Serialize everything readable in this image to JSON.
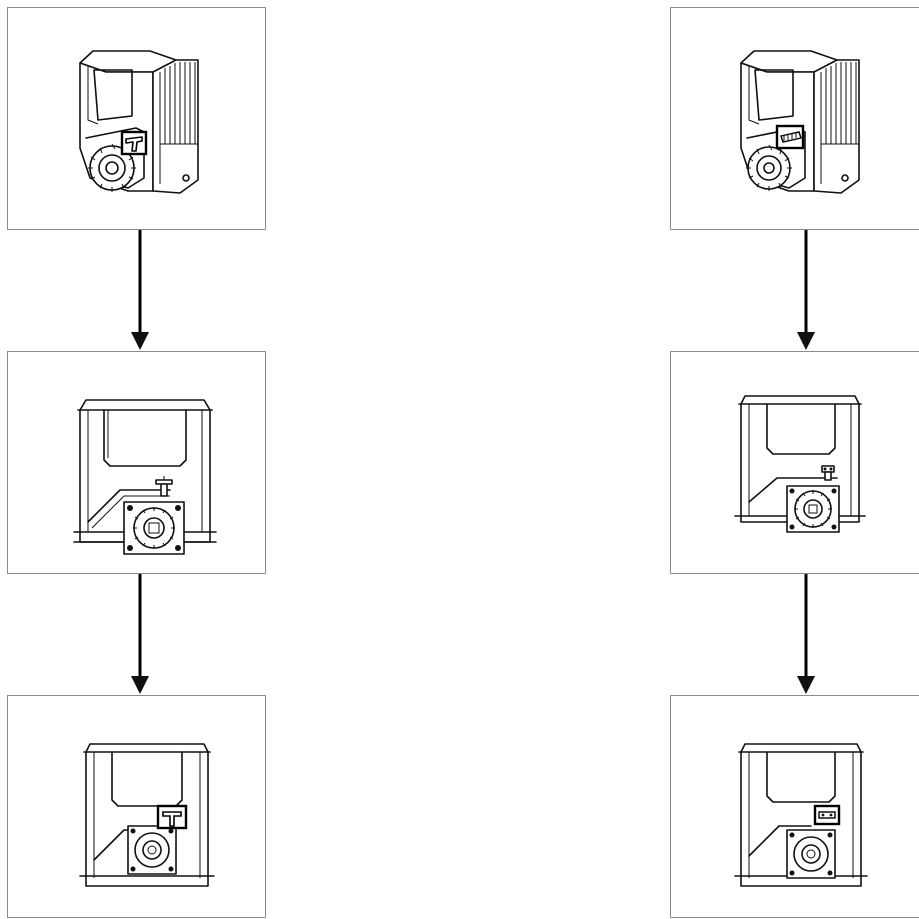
{
  "diagram": {
    "columns": [
      {
        "id": "left",
        "steps": [
          {
            "view": "isometric",
            "lever_icon": "t-handle-icon"
          },
          {
            "view": "front",
            "lever_icon": "t-handle-raised-icon"
          },
          {
            "view": "front",
            "lever_icon": "t-handle-icon"
          }
        ]
      },
      {
        "id": "right",
        "steps": [
          {
            "view": "isometric",
            "lever_icon": "lock-key-icon"
          },
          {
            "view": "front",
            "lever_icon": "key-raised-icon"
          },
          {
            "view": "front",
            "lever_icon": "lock-key-icon"
          }
        ]
      }
    ],
    "connector": "down-arrow",
    "colors": {
      "line": "#111111",
      "border": "#8a8a8a",
      "background": "#ffffff"
    }
  }
}
